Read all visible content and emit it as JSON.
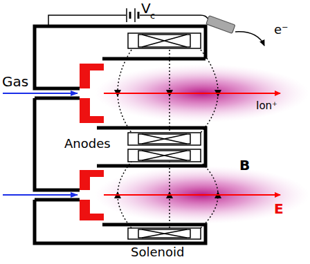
{
  "diagram": {
    "labels": [
      "V",
      "c",
      "Gas",
      "e⁻",
      "Ion⁺",
      "Anodes",
      "B",
      "E",
      "Solenoid"
    ]
  }
}
